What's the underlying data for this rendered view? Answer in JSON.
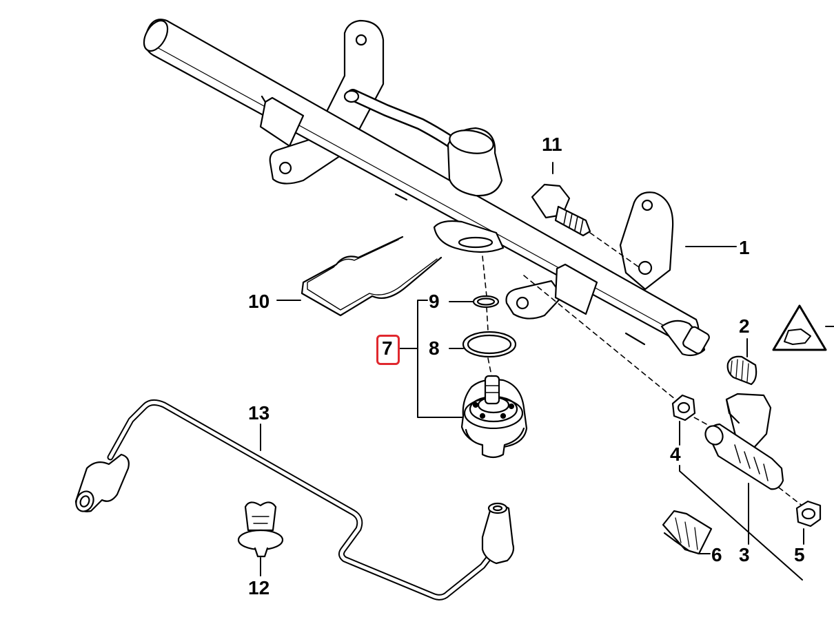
{
  "diagram": {
    "callouts": [
      {
        "id": "1",
        "label": "1"
      },
      {
        "id": "2",
        "label": "2"
      },
      {
        "id": "3",
        "label": "3"
      },
      {
        "id": "4",
        "label": "4"
      },
      {
        "id": "5",
        "label": "5"
      },
      {
        "id": "6",
        "label": "6"
      },
      {
        "id": "7",
        "label": "7",
        "highlighted": true
      },
      {
        "id": "8",
        "label": "8"
      },
      {
        "id": "9",
        "label": "9"
      },
      {
        "id": "10",
        "label": "10"
      },
      {
        "id": "11",
        "label": "11"
      },
      {
        "id": "12",
        "label": "12"
      },
      {
        "id": "13",
        "label": "13"
      }
    ],
    "parts": [
      "fuel-rail",
      "rail-cap",
      "fuel-injector",
      "injector-seal-upper",
      "injector-seal-lower",
      "injector-clip",
      "pressure-regulator",
      "regulator-o-ring",
      "regulator-seal-ring",
      "gasket",
      "hex-bolt",
      "push-clip",
      "fuel-line"
    ],
    "highlight_color": "#e0282e",
    "line_color": "#000000",
    "warning_icon": "triangle-warning-icon"
  }
}
